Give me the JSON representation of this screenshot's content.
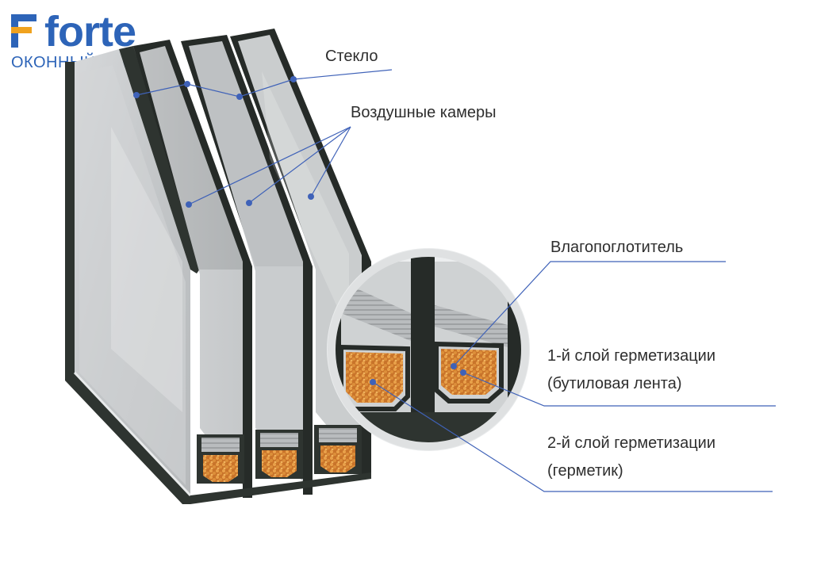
{
  "brand": {
    "name": "forte",
    "subtitle": "ОКОННЫЙ ЗАВОД"
  },
  "labels": {
    "glass": "Стекло",
    "air_chambers": "Воздушные камеры",
    "desiccant": "Влагопоглотитель",
    "seal1_line1": "1-й слой герметизации",
    "seal1_line2": "(бутиловая лента)",
    "seal2_line1": "2-й слой герметизации",
    "seal2_line2": "(герметик)"
  },
  "colors": {
    "brand": "#2d64b8",
    "brand_accent": "#f0a21e",
    "leader": "#3f62b8",
    "frame": "#2e3430",
    "glass": "#c9ccce",
    "desiccant": "#d9862e"
  }
}
